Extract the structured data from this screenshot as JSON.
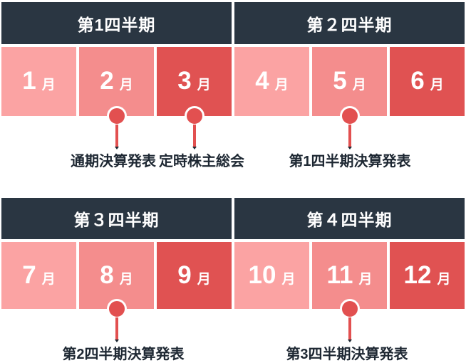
{
  "colors": {
    "header_bg": "#2a3642",
    "month_light": "#fba3a3",
    "month_medium": "#f48d8d",
    "month_dark": "#e05252",
    "pin_red": "#e25050",
    "note_text": "#1e2833"
  },
  "sections": [
    {
      "quarters": [
        {
          "title": "第1四半期",
          "months": [
            {
              "number": "1",
              "suffix": "月"
            },
            {
              "number": "2",
              "suffix": "月"
            },
            {
              "number": "3",
              "suffix": "月"
            }
          ]
        },
        {
          "title": "第２四半期",
          "months": [
            {
              "number": "4",
              "suffix": "月"
            },
            {
              "number": "5",
              "suffix": "月"
            },
            {
              "number": "6",
              "suffix": "月"
            }
          ]
        }
      ],
      "events": [
        {
          "label": "通期決算発表",
          "month": "2月"
        },
        {
          "label": "定時株主総会",
          "month": "3月"
        },
        {
          "label": "第1四半期決算発表",
          "month": "5月"
        }
      ]
    },
    {
      "quarters": [
        {
          "title": "第３四半期",
          "months": [
            {
              "number": "7",
              "suffix": "月"
            },
            {
              "number": "8",
              "suffix": "月"
            },
            {
              "number": "9",
              "suffix": "月"
            }
          ]
        },
        {
          "title": "第４四半期",
          "months": [
            {
              "number": "10",
              "suffix": "月"
            },
            {
              "number": "11",
              "suffix": "月"
            },
            {
              "number": "12",
              "suffix": "月"
            }
          ]
        }
      ],
      "events": [
        {
          "label": "第2四半期決算発表",
          "month": "8月"
        },
        {
          "label": "第3四半期決算発表",
          "month": "11月"
        }
      ]
    }
  ]
}
